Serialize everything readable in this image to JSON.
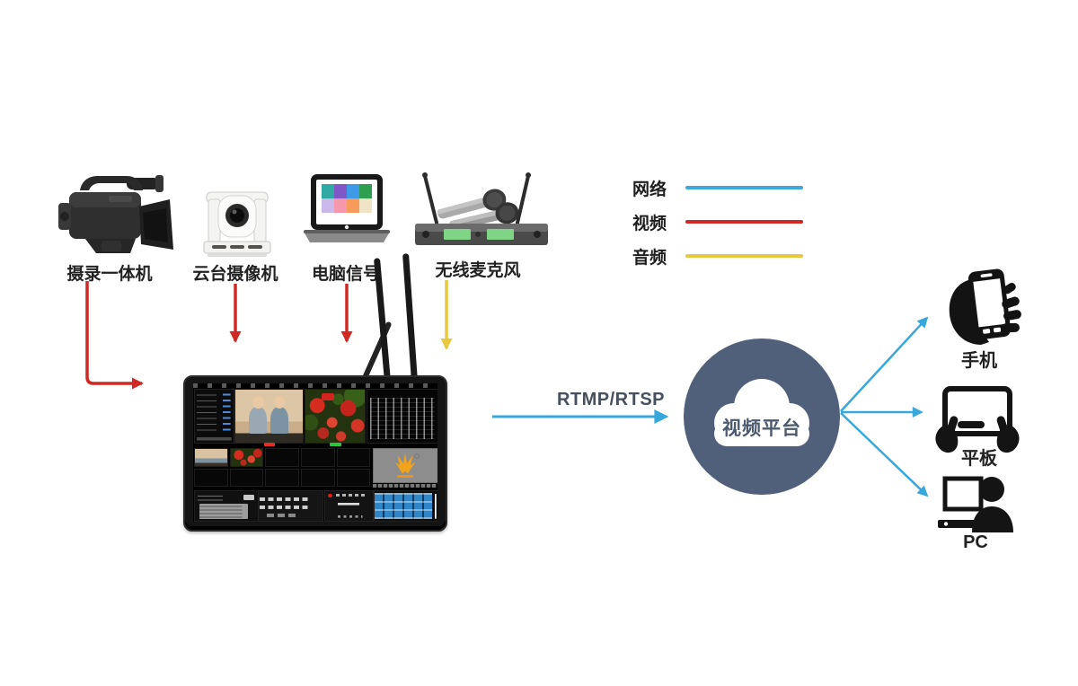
{
  "diagram": {
    "inputs": [
      {
        "id": "camcorder",
        "label": "摄录一体机"
      },
      {
        "id": "ptz-camera",
        "label": "云台摄像机"
      },
      {
        "id": "computer-signal",
        "label": "电脑信号"
      },
      {
        "id": "wireless-mic",
        "label": "无线麦克风"
      }
    ],
    "legend": {
      "items": [
        {
          "label": "网络",
          "color": "#3fa9dc"
        },
        {
          "label": "视频",
          "color": "#d02825"
        },
        {
          "label": "音频",
          "color": "#e9c83f"
        }
      ]
    },
    "stream_protocol_label": "RTMP/RTSP",
    "cloud": {
      "label": "视频平台",
      "color": "#51607a"
    },
    "outputs": [
      {
        "id": "phone",
        "label": "手机"
      },
      {
        "id": "tablet",
        "label": "平板"
      },
      {
        "id": "pc",
        "label": "PC"
      }
    ],
    "colors": {
      "network": "#3fa9dc",
      "video": "#d02825",
      "audio": "#e9c83f",
      "cloud": "#51607a"
    }
  }
}
